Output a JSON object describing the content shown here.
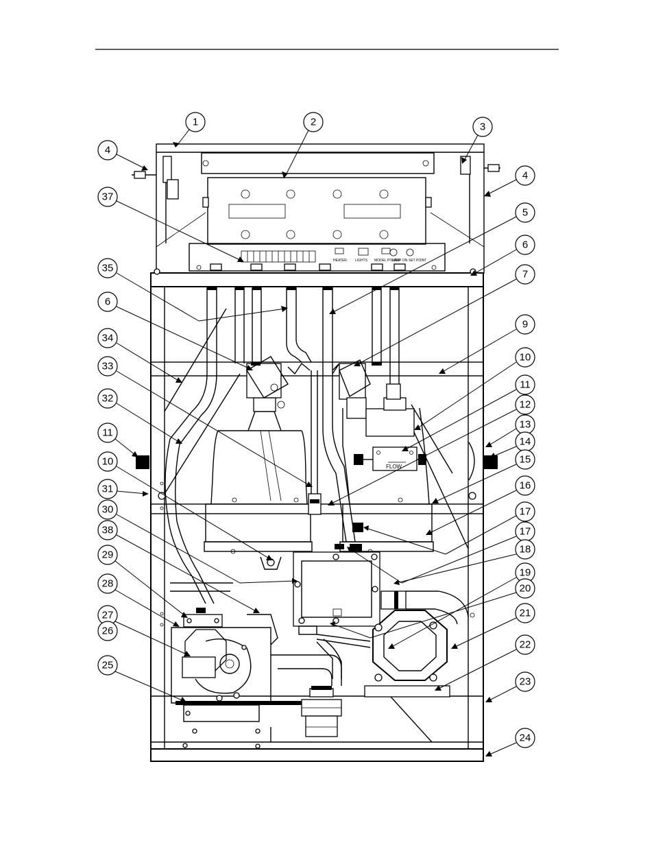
{
  "callouts": [
    {
      "n": "1"
    },
    {
      "n": "2"
    },
    {
      "n": "3"
    },
    {
      "n": "4"
    },
    {
      "n": "4"
    },
    {
      "n": "37"
    },
    {
      "n": "5"
    },
    {
      "n": "6"
    },
    {
      "n": "35"
    },
    {
      "n": "7"
    },
    {
      "n": "6"
    },
    {
      "n": "34"
    },
    {
      "n": "9"
    },
    {
      "n": "33"
    },
    {
      "n": "10"
    },
    {
      "n": "32"
    },
    {
      "n": "11"
    },
    {
      "n": "12"
    },
    {
      "n": "11"
    },
    {
      "n": "13"
    },
    {
      "n": "14"
    },
    {
      "n": "15"
    },
    {
      "n": "10"
    },
    {
      "n": "31"
    },
    {
      "n": "16"
    },
    {
      "n": "30"
    },
    {
      "n": "17"
    },
    {
      "n": "38"
    },
    {
      "n": "17"
    },
    {
      "n": "29"
    },
    {
      "n": "18"
    },
    {
      "n": "19"
    },
    {
      "n": "28"
    },
    {
      "n": "20"
    },
    {
      "n": "27"
    },
    {
      "n": "26"
    },
    {
      "n": "21"
    },
    {
      "n": "22"
    },
    {
      "n": "25"
    },
    {
      "n": "23"
    },
    {
      "n": "24"
    }
  ],
  "labels": {
    "flow": "FLOW",
    "switch_labels": [
      "HEATER",
      "LIGHTS",
      "MODEL POWER",
      "LAMP ON",
      "SET POINT"
    ]
  }
}
